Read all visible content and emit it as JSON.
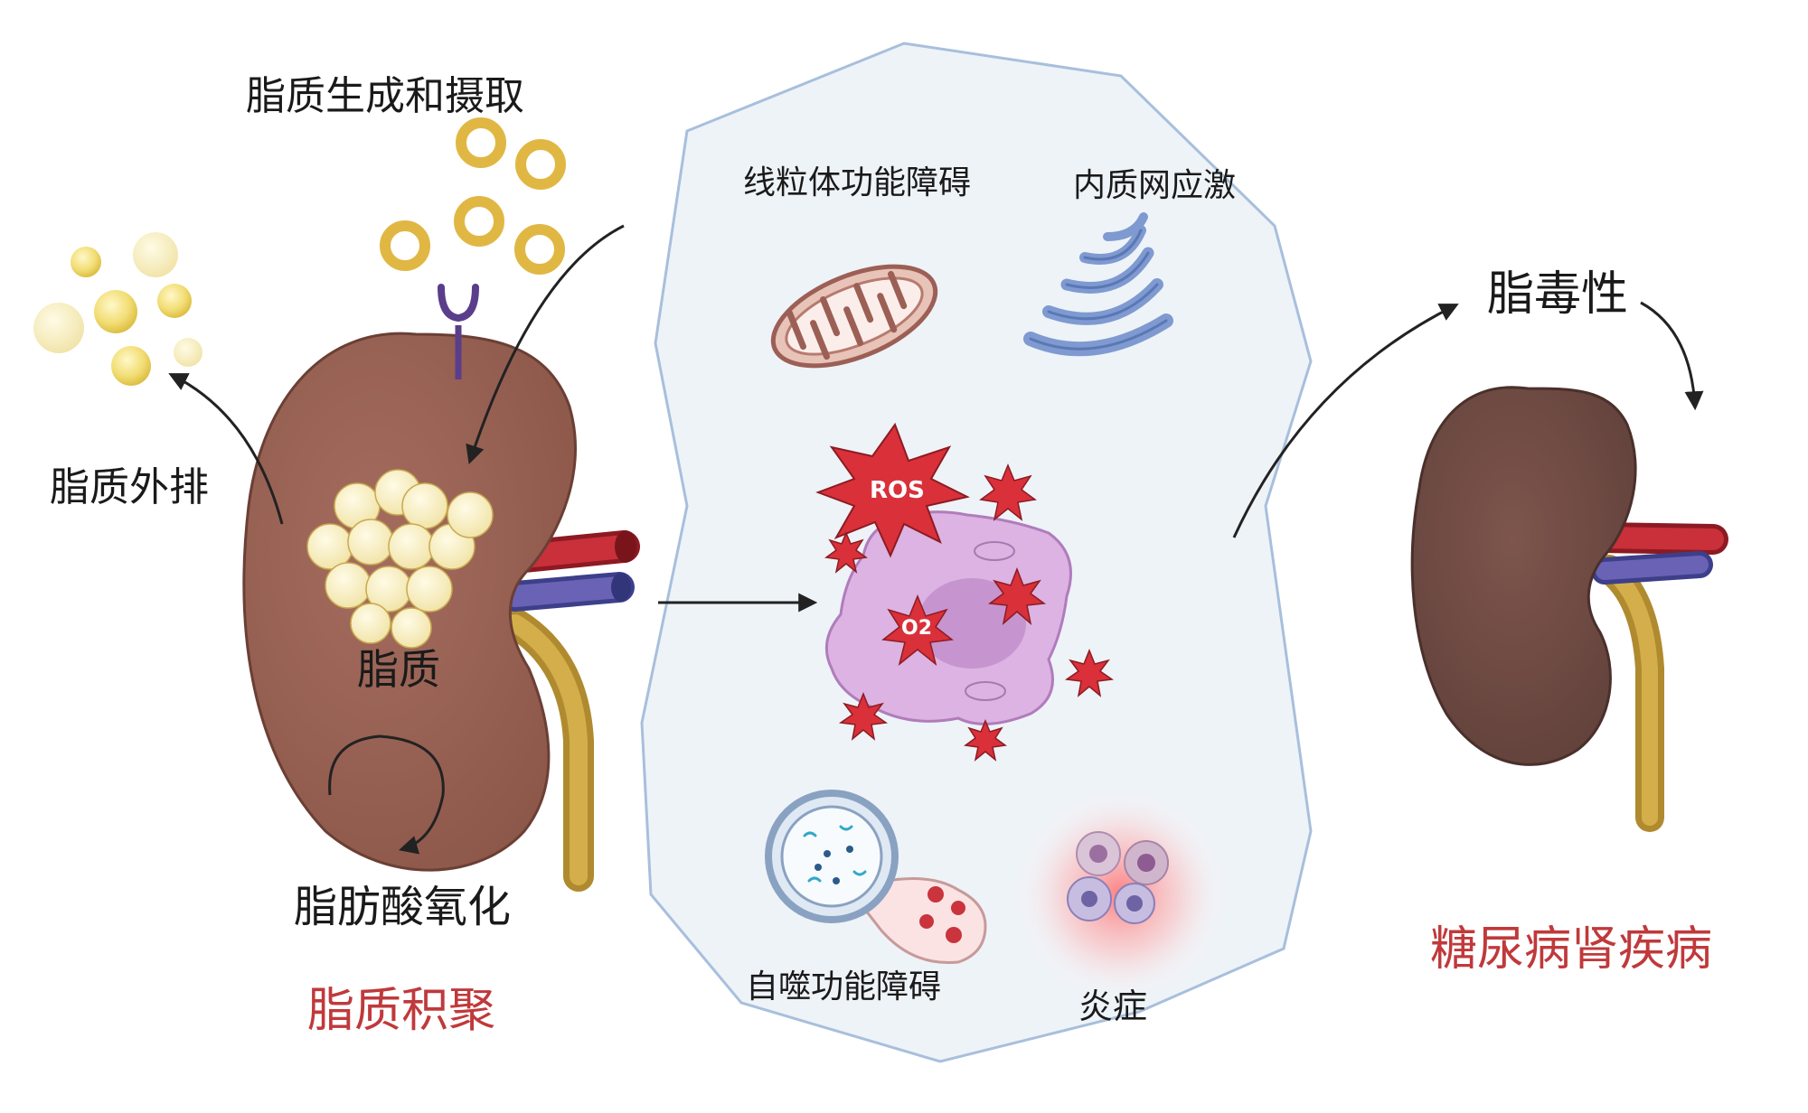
{
  "labels": {
    "lipid_synthesis_uptake": "脂质生成和摄取",
    "lipid_efflux": "脂质外排",
    "lipid": "脂质",
    "fatty_acid_oxidation": "脂肪酸氧化",
    "lipid_accumulation": "脂质积聚",
    "mitochondrial_dysfunction": "线粒体功能障碍",
    "er_stress": "内质网应激",
    "ros": "ROS",
    "superoxide": "O2",
    "autophagy_dysfunction": "自噬功能障碍",
    "inflammation": "炎症",
    "lipotoxicity": "脂毒性",
    "diabetic_kidney_disease": "糖尿病肾疾病"
  },
  "colors": {
    "accent_red": "#c0393b",
    "kidney": "#9a6356",
    "kidney_diseased": "#6f4a42",
    "lipid_yellow": "#f2dd74",
    "panel_bg": "#eef3f8",
    "panel_border": "#a8bfdc",
    "ros_red": "#d9303a",
    "cell_purple": "#dcb3e2"
  }
}
